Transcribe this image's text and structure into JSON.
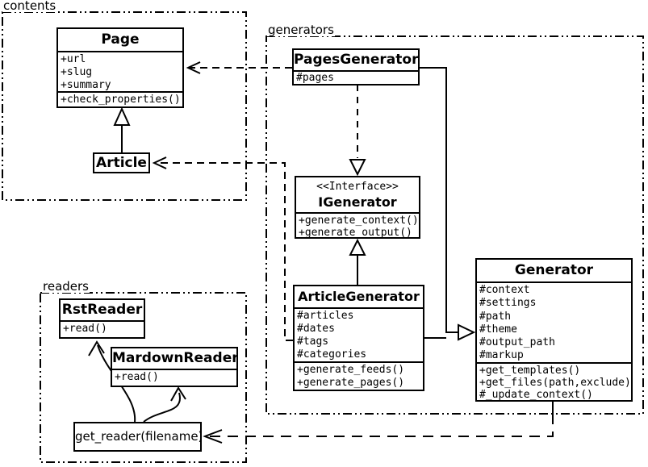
{
  "diagram": {
    "packages": {
      "contents": {
        "label": "contents"
      },
      "generators": {
        "label": "generators"
      },
      "readers": {
        "label": "readers"
      }
    },
    "classes": {
      "page": {
        "title": "Page",
        "attributes": [
          "+url",
          "+slug",
          "+summary"
        ],
        "methods": [
          "+check_properties()"
        ]
      },
      "article": {
        "title": "Article"
      },
      "pages_generator": {
        "title": "PagesGenerator",
        "attributes": [
          "#pages"
        ]
      },
      "igenerator": {
        "stereotype": "<<Interface>>",
        "title": "IGenerator",
        "methods": [
          "+generate_context()",
          "+generate_output()"
        ]
      },
      "article_generator": {
        "title": "ArticleGenerator",
        "attributes": [
          "#articles",
          "#dates",
          "#tags",
          "#categories"
        ],
        "methods": [
          "+generate_feeds()",
          "+generate_pages()"
        ]
      },
      "generator": {
        "title": "Generator",
        "attributes": [
          "#context",
          "#settings",
          "#path",
          "#theme",
          "#output_path",
          "#markup"
        ],
        "methods": [
          "+get_templates()",
          "+get_files(path,exclude)",
          "#_update_context()"
        ]
      },
      "rst_reader": {
        "title": "RstReader",
        "methods": [
          "+read()"
        ]
      },
      "mardown_reader": {
        "title": "MardownReader",
        "methods": [
          "+read()"
        ]
      },
      "get_reader": {
        "title": "get_reader(filename)"
      }
    },
    "colors": {
      "line": "#000000",
      "fill": "#ffffff",
      "background": "#ffffff"
    }
  }
}
